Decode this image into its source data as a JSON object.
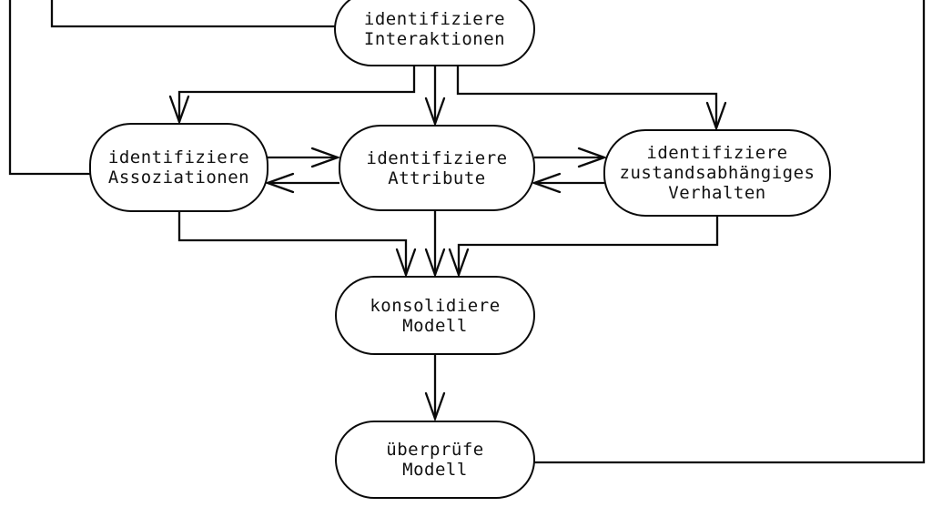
{
  "diagram": {
    "language": "de",
    "colors": {
      "background": "#ffffff",
      "line": "#0a0a0a",
      "node_fill": "#ffffff",
      "text": "#111111"
    },
    "nodes": {
      "interaktionen": {
        "line1": "identifiziere",
        "line2": "Interaktionen"
      },
      "assoziationen": {
        "line1": "identifiziere",
        "line2": "Assoziationen"
      },
      "attribute": {
        "line1": "identifiziere",
        "line2": "Attribute"
      },
      "verhalten": {
        "line1": "identifiziere",
        "line2": "zustandsabhängiges",
        "line3": "Verhalten"
      },
      "konsolidiere": {
        "line1": "konsolidiere",
        "line2": "Modell"
      },
      "ueberpruefe": {
        "line1": "überprüfe",
        "line2": "Modell"
      }
    },
    "edges": [
      {
        "from": "offscreen-top-left",
        "to": "identifiziere Interaktionen",
        "arrowhead": false
      },
      {
        "from": "offscreen-top-left",
        "to": "identifiziere Assoziationen",
        "arrowhead": false
      },
      {
        "from": "identifiziere Interaktionen",
        "to": "identifiziere Assoziationen",
        "arrowhead": true
      },
      {
        "from": "identifiziere Interaktionen",
        "to": "identifiziere Attribute",
        "arrowhead": true
      },
      {
        "from": "identifiziere Interaktionen",
        "to": "identifiziere zustandsabhängiges Verhalten",
        "arrowhead": true
      },
      {
        "from": "identifiziere Assoziationen",
        "to": "identifiziere Attribute",
        "arrowhead": true
      },
      {
        "from": "identifiziere Attribute",
        "to": "identifiziere Assoziationen",
        "arrowhead": true
      },
      {
        "from": "identifiziere Attribute",
        "to": "identifiziere zustandsabhängiges Verhalten",
        "arrowhead": true
      },
      {
        "from": "identifiziere zustandsabhängiges Verhalten",
        "to": "identifiziere Attribute",
        "arrowhead": true
      },
      {
        "from": "identifiziere Assoziationen",
        "to": "konsolidiere Modell",
        "arrowhead": true
      },
      {
        "from": "identifiziere Attribute",
        "to": "konsolidiere Modell",
        "arrowhead": true
      },
      {
        "from": "identifiziere zustandsabhängiges Verhalten",
        "to": "konsolidiere Modell",
        "arrowhead": true
      },
      {
        "from": "konsolidiere Modell",
        "to": "überprüfe Modell",
        "arrowhead": true
      },
      {
        "from": "überprüfe Modell",
        "to": "offscreen-top-right",
        "arrowhead": false
      }
    ]
  }
}
